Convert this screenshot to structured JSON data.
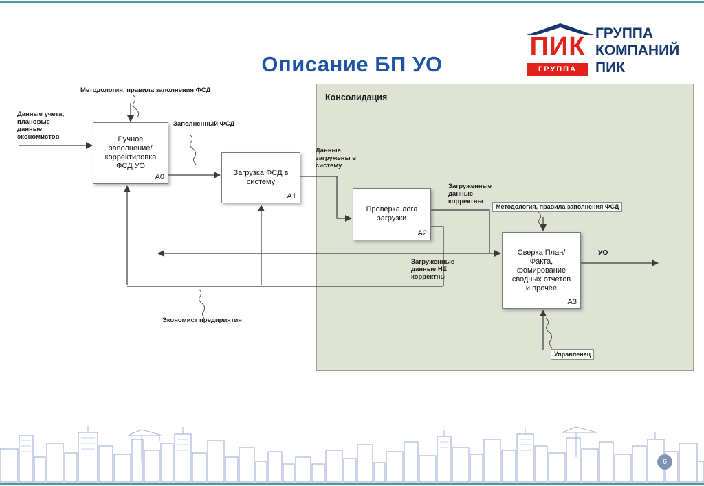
{
  "page": {
    "title": "Описание БП УО",
    "page_number": "6"
  },
  "logo": {
    "brand": "ПИК",
    "brand_group": "ГРУППА",
    "company_name": "ГРУППА\nКОМПАНИЙ\nПИК"
  },
  "region": {
    "label": "Консолидация"
  },
  "boxes": [
    {
      "title": "Ручное\nзаполнение/\nкорректировка\nФСД УО",
      "code": "A0"
    },
    {
      "title": "Загрузка ФСД в\nсистему",
      "code": "A1"
    },
    {
      "title": "Проверка лога\nзагрузки",
      "code": "A2"
    },
    {
      "title": "Сверка План/\nФакта,\nфомирование\nсводных отчетов\nи прочее",
      "code": "A3"
    }
  ],
  "labels": {
    "methodology_top": "Методология, правила заполнения ФСД",
    "input_left": "Данные учета,\nплановые\nданные\nэкономистов",
    "filled_fsd": "Заполненный ФСД",
    "data_loaded": "Данные\nзагружены в\nсистему",
    "loaded_correct": "Загруженные\nданные\nкорректны",
    "methodology_a3": "Методология, правила заполнения ФСД",
    "loaded_incorrect": "Загруженные\nданные НЕ\nкорректны",
    "economist": "Экономист предприятия",
    "uo": "УО",
    "manager": "Управленец"
  },
  "icons": {
    "logo_mark": "house-roof-icon",
    "footer_art": "city-skyline-illustration"
  },
  "colors": {
    "title_blue": "#1d55a4",
    "brand_red": "#e2231d",
    "brand_navy": "#16386e",
    "region_bg": "#dee3d4",
    "accent_teal": "#4a98a1",
    "skyline": "#a8b6d8",
    "connector": "#3a3a3a"
  }
}
